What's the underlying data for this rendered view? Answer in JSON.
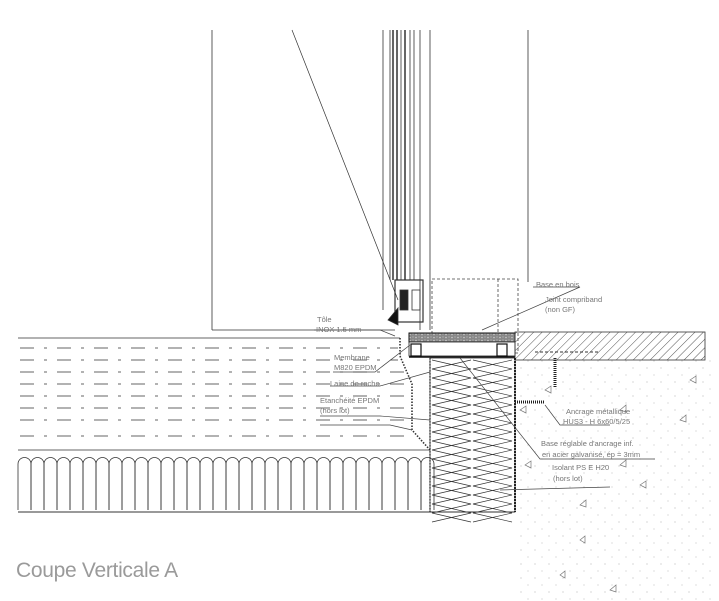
{
  "title": "Coupe Verticale A",
  "labels": {
    "base_bois": "Base en bois",
    "joint_1": "Joint compriband",
    "joint_2": "(non GF)",
    "tole_1": "Tôle",
    "tole_2": "INOX 1.5 mm",
    "membrane_1": "Membrane",
    "membrane_2": "M820 EPDM",
    "laine": "Laine de roche",
    "etancheite_1": "Etanchéité EPDM",
    "etancheite_2": "(hors lot)",
    "ancrage_1": "Ancrage métallique",
    "ancrage_2": "HUS3 - H 6x60/5/25",
    "base_reglable_1": "Base réglable d'ancrage inf.",
    "base_reglable_2": "en acier galvanisé, ép = 3mm",
    "isolant_1": "Isolant PS E H20",
    "isolant_2": "(hors lot)"
  }
}
